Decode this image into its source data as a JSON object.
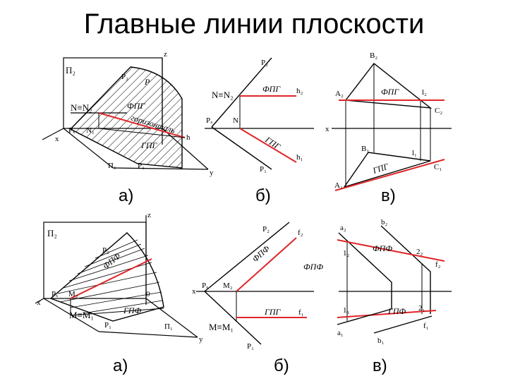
{
  "title": "Главные линии плоскости",
  "colors": {
    "highlight": "#e0262a",
    "ink": "#000000"
  },
  "top_row": {
    "a": {
      "caption": "а)",
      "labels": {
        "P2": "Π₂",
        "z": "z",
        "Pz": "P₂",
        "P": "P",
        "NN2": "N≡N₂",
        "fpg": "ФПГ",
        "horiz": "горизонталь",
        "Px": "Pₓ",
        "N1": "N₁",
        "h": "h",
        "x": "x",
        "gpg": "ГПГ",
        "Pi1": "Π₁",
        "P1": "P₁",
        "y": "y"
      }
    },
    "b": {
      "caption": "б)",
      "labels": {
        "P2": "P₂",
        "NN2": "N≡N₂",
        "fpg": "ФПГ",
        "h2": "h₂",
        "Px": "Pₓ",
        "N1": "N₁",
        "gpg": "ГПГ",
        "h1": "h₁",
        "P1": "P₁"
      }
    },
    "c": {
      "caption": "в)",
      "labels": {
        "B2": "B₂",
        "A2": "A₂",
        "fpg": "ФПГ",
        "l2": "l₂",
        "C2": "C₂",
        "x": "x",
        "B1": "B₁",
        "l1": "l₁",
        "gpg": "ГПГ",
        "C1": "C₁",
        "A1": "A₁"
      }
    }
  },
  "bottom_row": {
    "a": {
      "caption": "а)",
      "labels": {
        "P2": "Π₂",
        "z": "z",
        "Pz": "P₂",
        "fpf": "ФПФ",
        "Px": "Pₓ",
        "M2": "M₂",
        "o": "0",
        "x": "x",
        "MM1": "M≡M₁",
        "gpf": "ГПФ",
        "P1": "P₁",
        "Pi1": "Π₁",
        "y": "y"
      }
    },
    "b": {
      "caption": "б)",
      "labels": {
        "P2": "P₂",
        "f2": "f₂",
        "fpf": "ФПФ",
        "fpf2": "ФПФ",
        "x": "x",
        "Px": "Pₓ",
        "M2": "M₂",
        "gpg": "ГПГ",
        "f1": "f₁",
        "MM1": "M≡M₁",
        "P1": "P₁"
      }
    },
    "c": {
      "caption": "в)",
      "labels": {
        "a2": "a₂",
        "b2": "b₂",
        "l2": "1₂",
        "fpf": "ФПФ",
        "two2": "2₂",
        "f2": "f₂",
        "l1": "1₁",
        "gpf": "ГПФ",
        "two1": "2₁",
        "a1": "a₁",
        "f1": "f₁",
        "b1": "b₁"
      }
    }
  }
}
